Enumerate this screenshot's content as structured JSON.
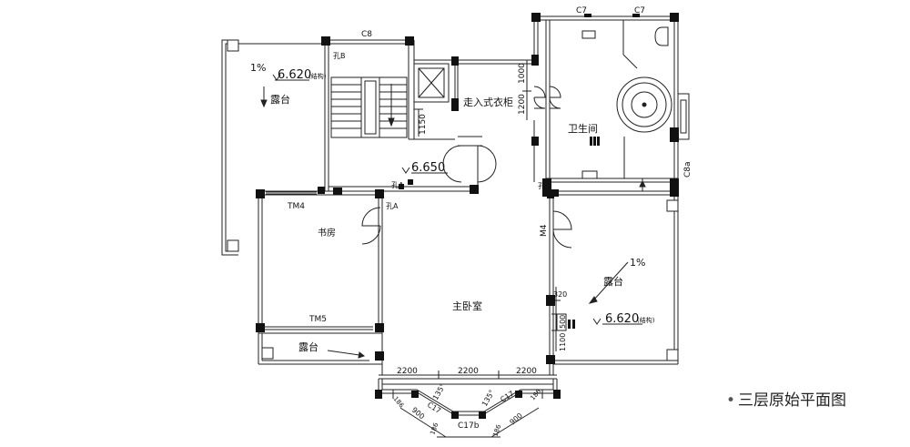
{
  "caption": "三层原始平面图",
  "rooms": {
    "balcony_nw": "露台",
    "study": "书房",
    "walk_in_closet": "走入式衣柜",
    "bathroom": "卫生间",
    "master_bedroom": "主卧室",
    "balcony_e": "露台",
    "balcony_sw": "露台"
  },
  "levels": {
    "nw": "6.620",
    "nw_note": "(结构)",
    "hall": "6.650",
    "east": "6.620",
    "east_note": "(结构)"
  },
  "slopes": {
    "nw": "1%",
    "east": "1%"
  },
  "window_tags": {
    "c8_top": "C8",
    "c7_left": "C7",
    "c7_right": "C7",
    "c8a": "C8a",
    "tm4": "TM4",
    "tm5": "TM5",
    "m4": "M4",
    "c17_left": "C17",
    "c17_right": "C17",
    "c17b": "C17b"
  },
  "shaft_tags": {
    "b": "孔B",
    "a1": "孔A",
    "a2": "孔A",
    "a3": "孔A"
  },
  "dimensions": {
    "d1000": "1000",
    "d1200": "1200",
    "d1150": "1150",
    "d320": "320",
    "d500": "500",
    "d1100": "1100",
    "bottom_1": "2200",
    "bottom_2": "2200",
    "bottom_3": "2200",
    "angle_l": "135°",
    "angle_r": "135°",
    "d900_l": "900",
    "d900_r": "900",
    "d186_l": "186",
    "d186_r": "186",
    "d186_ll": "186",
    "d186_rr": "186"
  }
}
